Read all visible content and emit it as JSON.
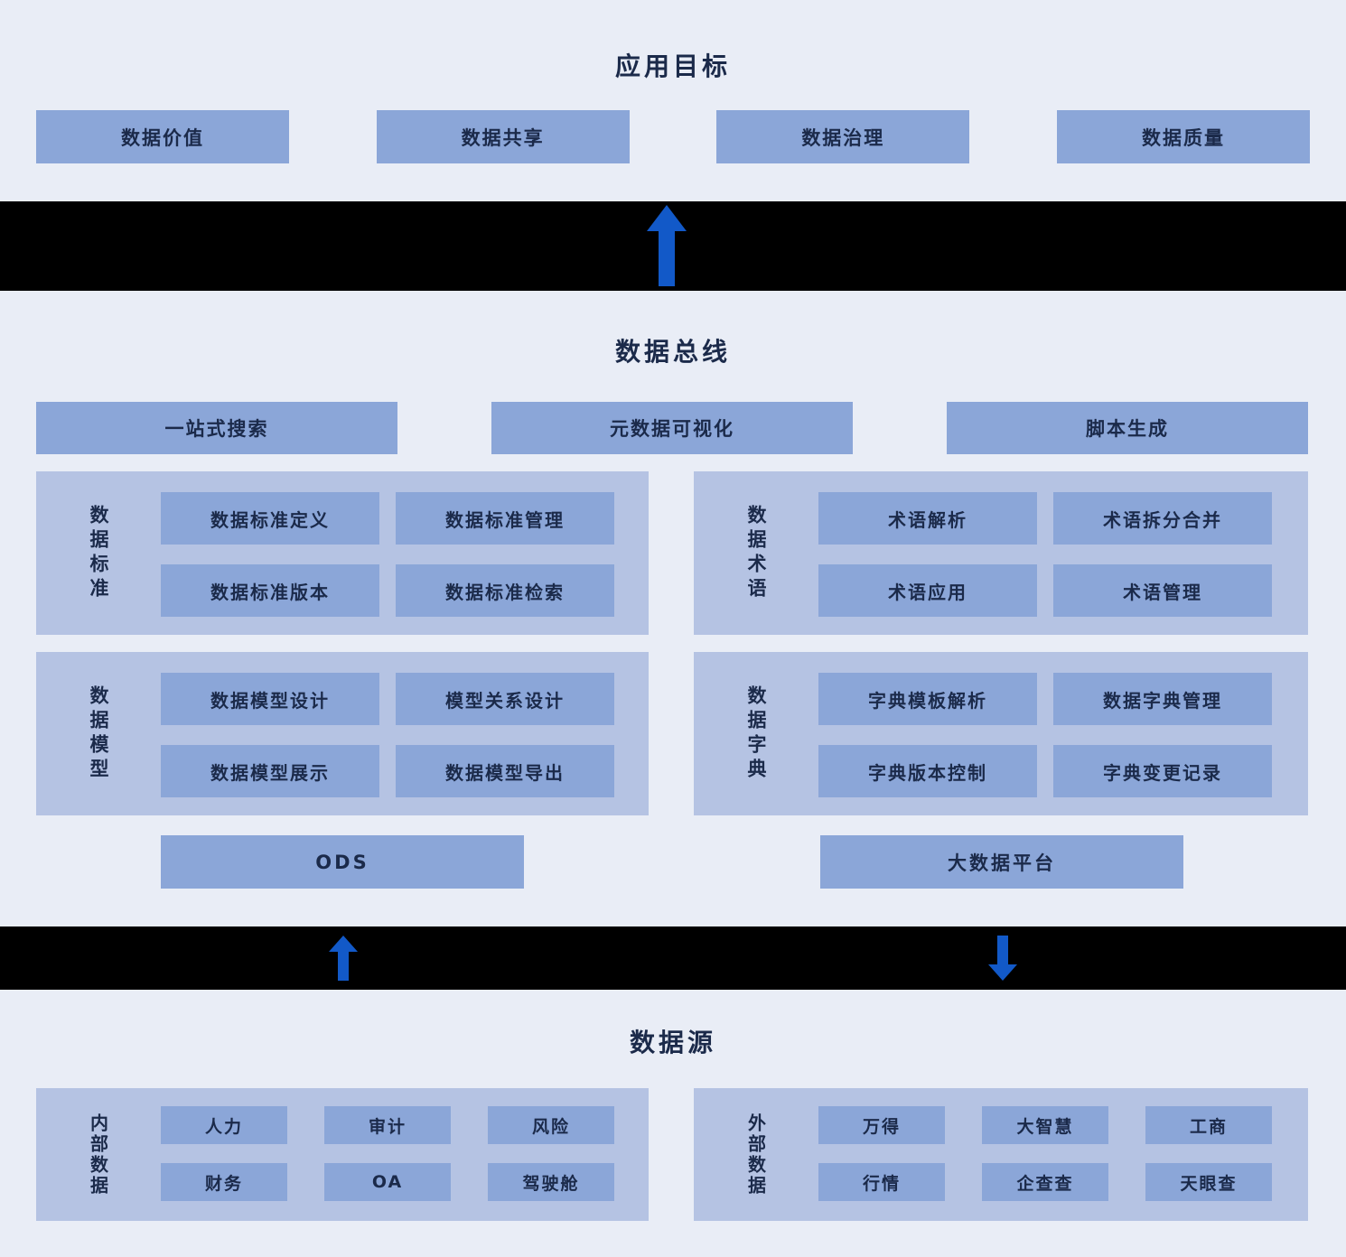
{
  "colors": {
    "bg": "#e9edf6",
    "group": "#b5c3e3",
    "box": "#8ba6d8",
    "band": "#000000",
    "arrow": "#1259c8",
    "text": "#1b2a4a"
  },
  "icons": {
    "up_arrow": "↑",
    "down_arrow": "↓"
  },
  "sections": {
    "goals": {
      "title": "应用目标",
      "items": [
        "数据价值",
        "数据共享",
        "数据治理",
        "数据质量"
      ]
    },
    "bus": {
      "title": "数据总线",
      "top_items": [
        "一站式搜索",
        "元数据可视化",
        "脚本生成"
      ],
      "groups": [
        {
          "label": "数据标准",
          "items": [
            "数据标准定义",
            "数据标准管理",
            "数据标准版本",
            "数据标准检索"
          ]
        },
        {
          "label": "数据术语",
          "items": [
            "术语解析",
            "术语拆分合并",
            "术语应用",
            "术语管理"
          ]
        },
        {
          "label": "数据模型",
          "items": [
            "数据模型设计",
            "模型关系设计",
            "数据模型展示",
            "数据模型导出"
          ]
        },
        {
          "label": "数据字典",
          "items": [
            "字典模板解析",
            "数据字典管理",
            "字典版本控制",
            "字典变更记录"
          ]
        }
      ],
      "bottom_items": [
        "ODS",
        "大数据平台"
      ]
    },
    "sources": {
      "title": "数据源",
      "groups": [
        {
          "label": "内部数据",
          "items": [
            "人力",
            "审计",
            "风险",
            "财务",
            "OA",
            "驾驶舱"
          ]
        },
        {
          "label": "外部数据",
          "items": [
            "万得",
            "大智慧",
            "工商",
            "行情",
            "企查查",
            "天眼查"
          ]
        }
      ]
    }
  }
}
